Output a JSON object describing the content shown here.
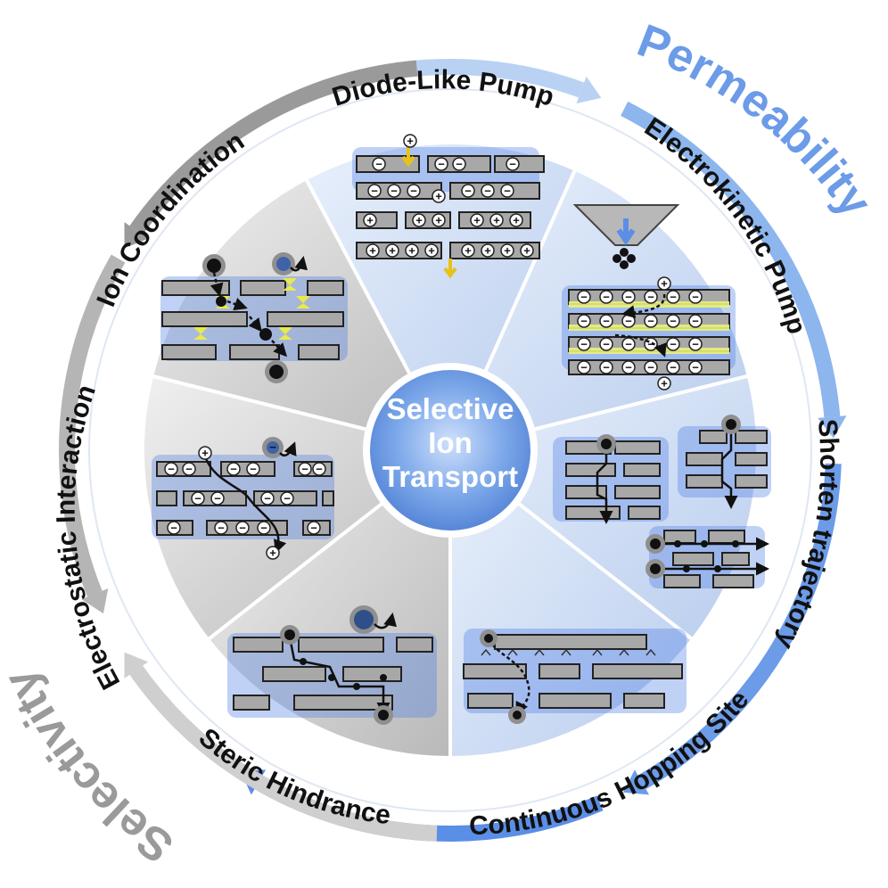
{
  "center": {
    "lines": [
      "Selective",
      "Ion",
      "Transport"
    ]
  },
  "outer": {
    "permeability": "Permeability",
    "selectivity": "Selectivity"
  },
  "segments": [
    {
      "id": "diode",
      "label": "Diode-Like Pump"
    },
    {
      "id": "electrokinetic",
      "label": "Electrokinetic Pump"
    },
    {
      "id": "shorten",
      "label": "Shorten trajectory"
    },
    {
      "id": "hopping",
      "label": "Continuous Hopping Site"
    },
    {
      "id": "steric",
      "label": "Steric Hindrance"
    },
    {
      "id": "electrostatic",
      "label": "Electrostatic Interaction"
    },
    {
      "id": "coordination",
      "label": "Ion Coordination"
    }
  ],
  "symbols": {
    "neg": "−",
    "pos": "+"
  },
  "colors": {
    "permeability": "#5b8ee6",
    "selectivity": "#9a9a9a",
    "center_fill": "#6fa0e8",
    "ion_blue": "#3f63a8"
  }
}
